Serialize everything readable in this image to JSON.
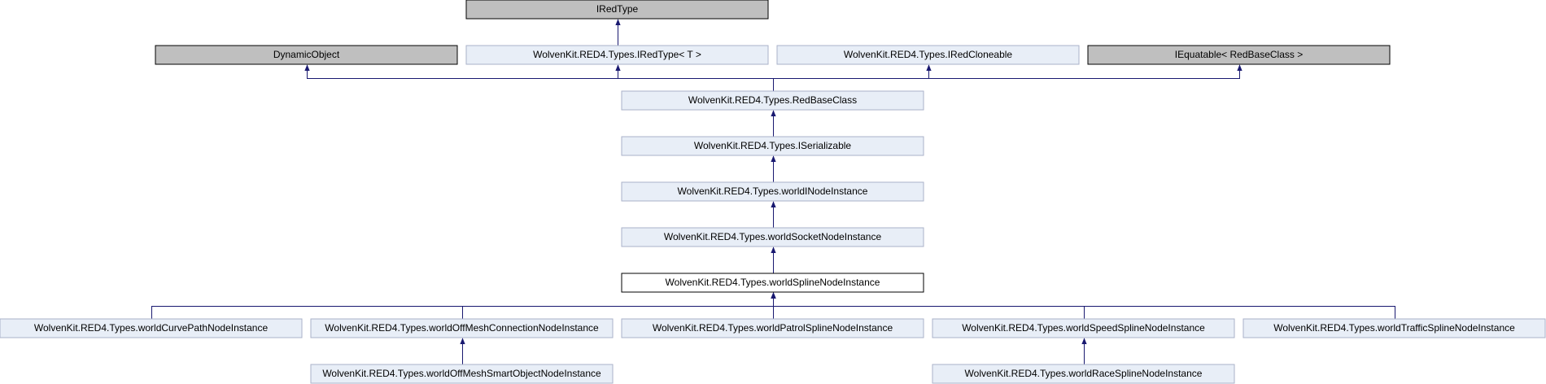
{
  "colors": {
    "gray_fill": "#bfbfbf",
    "light_fill": "#e8eef7",
    "light_stroke": "#aab2c8",
    "focus_fill": "#ffffff",
    "edge": "#191970"
  },
  "nodes": {
    "iredtype": {
      "label": "IRedType",
      "style": "gray"
    },
    "dynamic_object": {
      "label": "DynamicObject",
      "style": "gray"
    },
    "iredtype_t": {
      "label": "WolvenKit.RED4.Types.IRedType< T >",
      "style": "light"
    },
    "iredcloneable": {
      "label": "WolvenKit.RED4.Types.IRedCloneable",
      "style": "light"
    },
    "iequatable": {
      "label": "IEquatable< RedBaseClass >",
      "style": "gray"
    },
    "redbaseclass": {
      "label": "WolvenKit.RED4.Types.RedBaseClass",
      "style": "light"
    },
    "iserializable": {
      "label": "WolvenKit.RED4.Types.ISerializable",
      "style": "light"
    },
    "worldinodeinstance": {
      "label": "WolvenKit.RED4.Types.worldINodeInstance",
      "style": "light"
    },
    "worldsocketnodeinstance": {
      "label": "WolvenKit.RED4.Types.worldSocketNodeInstance",
      "style": "light"
    },
    "worldsplinenodeinstance": {
      "label": "WolvenKit.RED4.Types.worldSplineNodeInstance",
      "style": "focus"
    },
    "worldcurvepathnodeinstance": {
      "label": "WolvenKit.RED4.Types.worldCurvePathNodeInstance",
      "style": "light"
    },
    "worldoffmeshconnectionnodeinstance": {
      "label": "WolvenKit.RED4.Types.worldOffMeshConnectionNodeInstance",
      "style": "light"
    },
    "worldpatrolsplinenodeinstance": {
      "label": "WolvenKit.RED4.Types.worldPatrolSplineNodeInstance",
      "style": "light"
    },
    "worldspeedsplinenodeinstance": {
      "label": "WolvenKit.RED4.Types.worldSpeedSplineNodeInstance",
      "style": "light"
    },
    "worldtrafficsplinenodeinstance": {
      "label": "WolvenKit.RED4.Types.worldTrafficSplineNodeInstance",
      "style": "light"
    },
    "worldoffmeshsmartobjectnodeinstance": {
      "label": "WolvenKit.RED4.Types.worldOffMeshSmartObjectNodeInstance",
      "style": "light"
    },
    "worldracesplinenodeinstance": {
      "label": "WolvenKit.RED4.Types.worldRaceSplineNodeInstance",
      "style": "light"
    }
  },
  "edges": [
    {
      "from": "iredtype_t",
      "to": "iredtype"
    },
    {
      "from": "redbaseclass",
      "to": "dynamic_object"
    },
    {
      "from": "redbaseclass",
      "to": "iredtype_t"
    },
    {
      "from": "redbaseclass",
      "to": "iredcloneable"
    },
    {
      "from": "redbaseclass",
      "to": "iequatable"
    },
    {
      "from": "iserializable",
      "to": "redbaseclass"
    },
    {
      "from": "worldinodeinstance",
      "to": "iserializable"
    },
    {
      "from": "worldsocketnodeinstance",
      "to": "worldinodeinstance"
    },
    {
      "from": "worldsplinenodeinstance",
      "to": "worldsocketnodeinstance"
    },
    {
      "from": "worldcurvepathnodeinstance",
      "to": "worldsplinenodeinstance"
    },
    {
      "from": "worldoffmeshconnectionnodeinstance",
      "to": "worldsplinenodeinstance"
    },
    {
      "from": "worldpatrolsplinenodeinstance",
      "to": "worldsplinenodeinstance"
    },
    {
      "from": "worldspeedsplinenodeinstance",
      "to": "worldsplinenodeinstance"
    },
    {
      "from": "worldtrafficsplinenodeinstance",
      "to": "worldsplinenodeinstance"
    },
    {
      "from": "worldoffmeshsmartobjectnodeinstance",
      "to": "worldoffmeshconnectionnodeinstance"
    },
    {
      "from": "worldracesplinenodeinstance",
      "to": "worldspeedsplinenodeinstance"
    }
  ]
}
